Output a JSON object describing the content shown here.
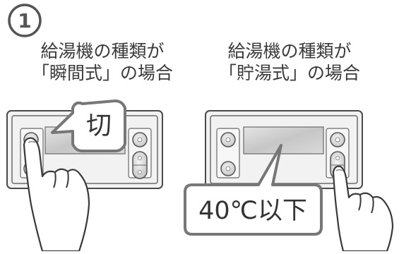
{
  "step": {
    "number": "1"
  },
  "left_panel": {
    "heading_line1": "給湯機の種類が",
    "heading_line2": "「瞬間式」の場合",
    "callout_text": "切"
  },
  "right_panel": {
    "heading_line1": "給湯機の種類が",
    "heading_line2": "「貯湯式」の場合",
    "callout_text": "40℃以下"
  },
  "colors": {
    "outline": "#4a4a4a",
    "panel_face": "#eeeeee",
    "display": "#cccccc",
    "button": "#dddddd",
    "callout_border": "#777777"
  }
}
